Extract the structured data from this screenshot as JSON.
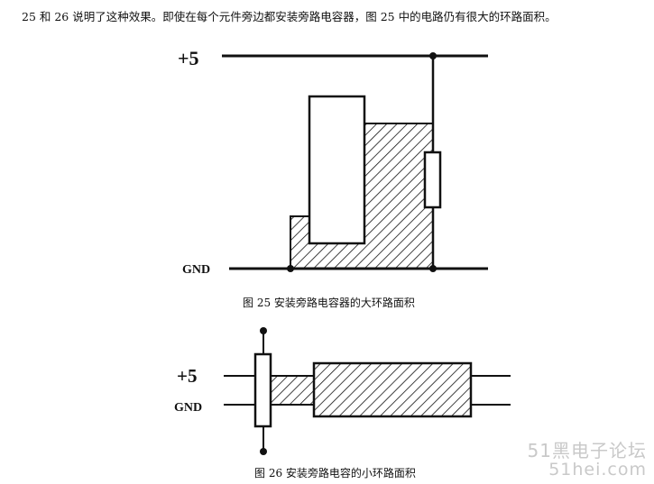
{
  "intro_text": "25 和 26 说明了这种效果。即使在每个元件旁边都安装旁路电容器，图 25 中的电路仍有很大的环路面积。",
  "figure25": {
    "label_vcc": "+5",
    "label_gnd": "GND",
    "caption": "图 25  安装旁路电容器的大环路面积"
  },
  "figure26": {
    "label_vcc": "+5",
    "label_gnd": "GND",
    "caption": "图 26  安装旁路电容的小环路面积"
  },
  "watermark": {
    "line1": "51黑电子论坛",
    "line2": "51hei.com"
  }
}
